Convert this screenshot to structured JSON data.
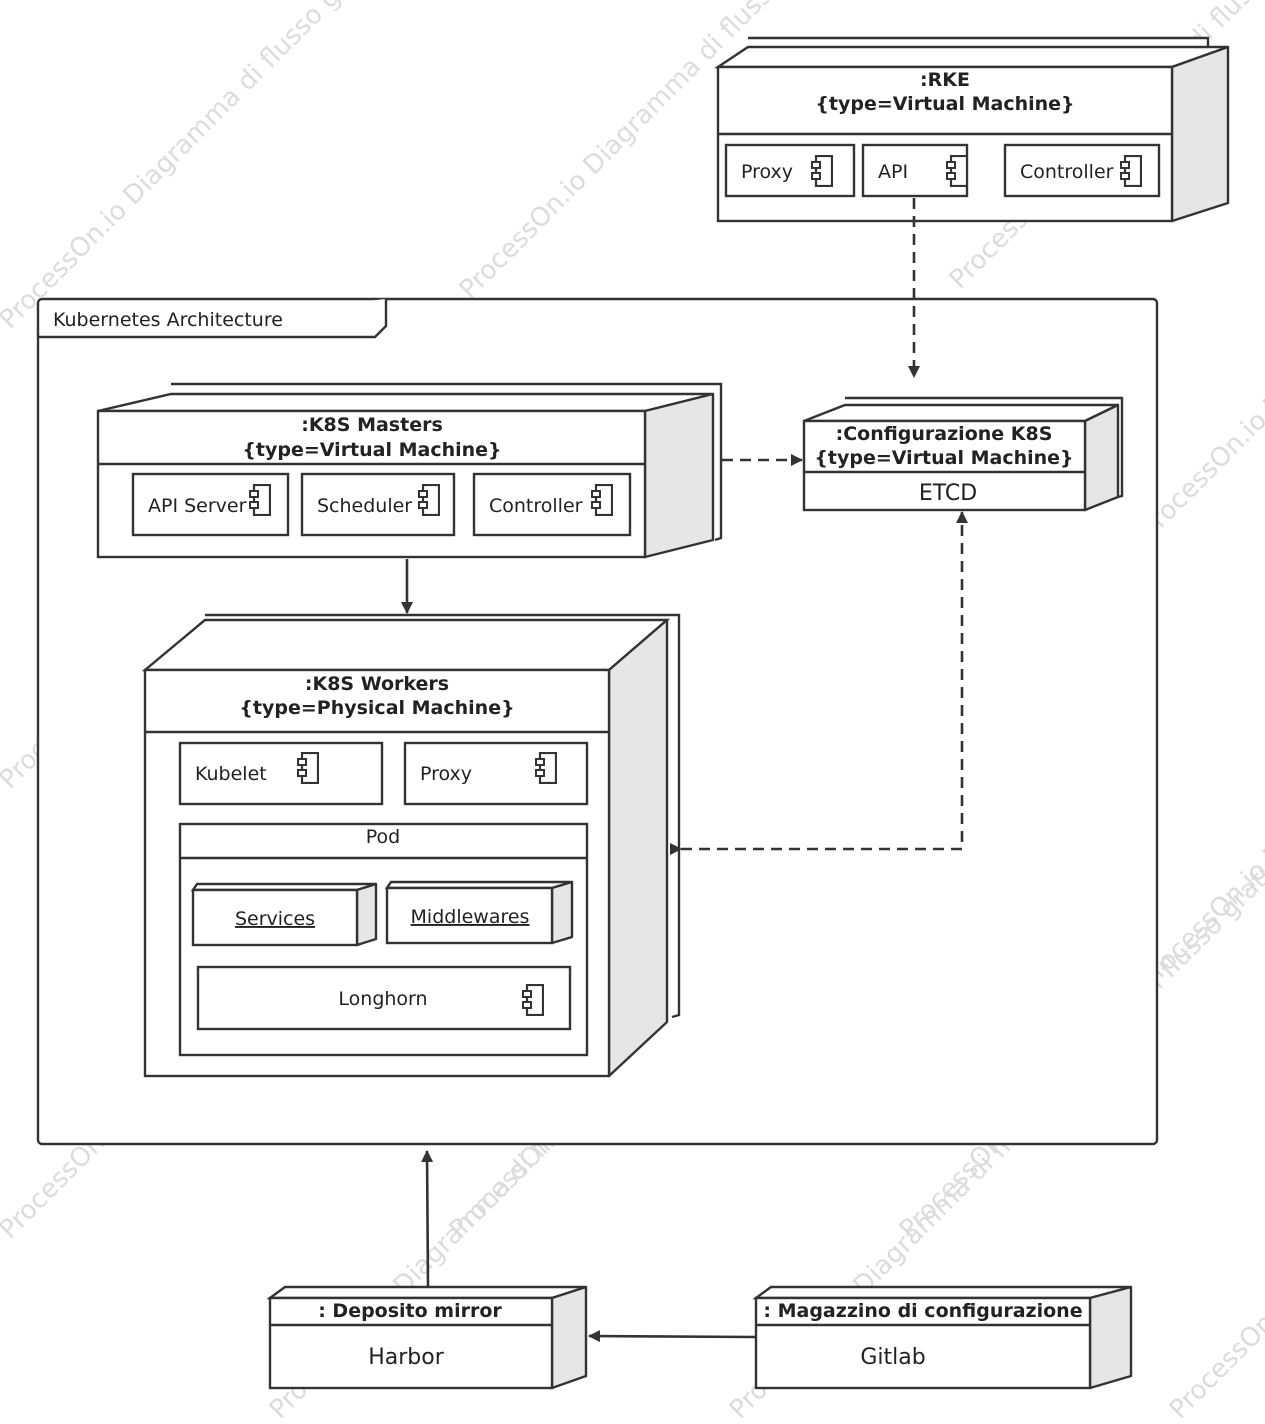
{
  "watermark": "ProcessOn.io Diagramma di flusso gratuito",
  "frame": {
    "label": "Kubernetes Architecture"
  },
  "rke": {
    "title": ":RKE",
    "stereotype": "{type=Virtual Machine}",
    "components": [
      "Proxy",
      "API",
      "Controller"
    ]
  },
  "masters": {
    "title": ":K8S Masters",
    "stereotype": "{type=Virtual Machine}",
    "components": [
      "API Server",
      "Scheduler",
      "Controller"
    ]
  },
  "config": {
    "title": ":Configurazione K8S",
    "stereotype": "{type=Virtual Machine}",
    "body": "ETCD"
  },
  "workers": {
    "title": ":K8S Workers",
    "stereotype": "{type=Physical Machine}",
    "components": [
      "Kubelet",
      "Proxy"
    ],
    "pod": {
      "label": "Pod",
      "artifacts": [
        "Services",
        "Middlewares"
      ],
      "storage": "Longhorn"
    }
  },
  "mirror": {
    "title": ": Deposito mirror",
    "body": "Harbor"
  },
  "repo": {
    "title": ": Magazzino di configurazione",
    "body": "Gitlab"
  },
  "connections": [
    {
      "from": "rke.API",
      "to": "config",
      "style": "dashed"
    },
    {
      "from": "masters",
      "to": "config",
      "style": "dashed"
    },
    {
      "from": "masters",
      "to": "workers",
      "style": "solid"
    },
    {
      "from": "workers",
      "to": "config",
      "style": "dashed",
      "bidirectional": true
    },
    {
      "from": "mirror",
      "to": "frame",
      "style": "solid"
    },
    {
      "from": "repo",
      "to": "mirror",
      "style": "solid"
    }
  ]
}
